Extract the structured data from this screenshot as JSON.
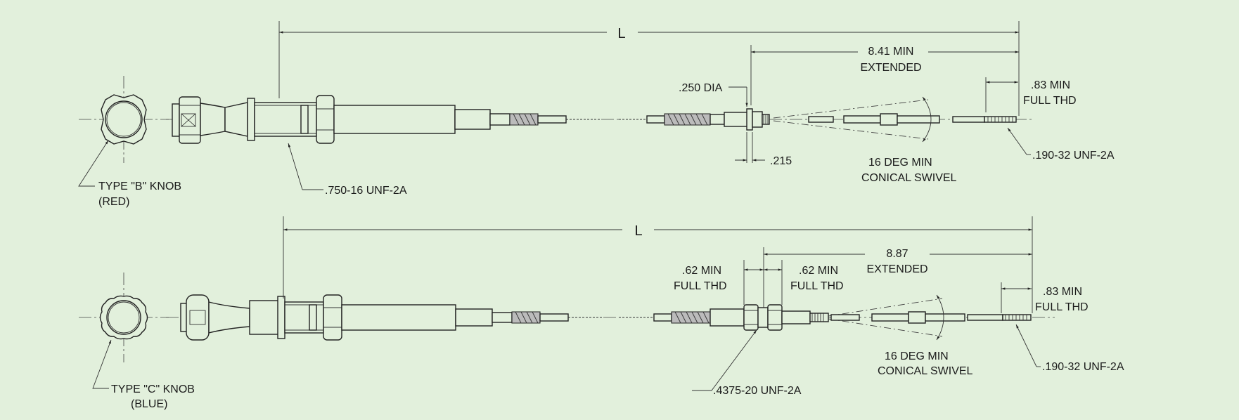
{
  "top_assembly": {
    "length_label": "L",
    "extended_value": "8.41 MIN",
    "extended_label": "EXTENDED",
    "dia_label": ".250 DIA",
    "thread_min_value": ".83 MIN",
    "thread_min_label": "FULL THD",
    "small_dim": ".215",
    "swivel_angle": "16  DEG MIN",
    "swivel_label": "CONICAL SWIVEL",
    "rod_thread": ".190-32 UNF-2A",
    "bushing_thread": ".750-16 UNF-2A",
    "knob_type": "TYPE \"B\" KNOB",
    "knob_color": "(RED)"
  },
  "bottom_assembly": {
    "length_label": "L",
    "extended_value": "8.87",
    "extended_label": "EXTENDED",
    "left_thd_value": ".62 MIN",
    "left_thd_label": "FULL THD",
    "right_thd_value": ".62 MIN",
    "right_thd_label": "FULL THD",
    "end_thd_value": ".83 MIN",
    "end_thd_label": "FULL THD",
    "swivel_angle": "16  DEG MIN",
    "swivel_label": "CONICAL SWIVEL",
    "rod_thread": ".190-32 UNF-2A",
    "nut_thread": ".4375-20 UNF-2A",
    "knob_type": "TYPE \"C\" KNOB",
    "knob_color": "(BLUE)"
  },
  "colors": {
    "background": "#e2f0dc",
    "line": "#222222"
  }
}
